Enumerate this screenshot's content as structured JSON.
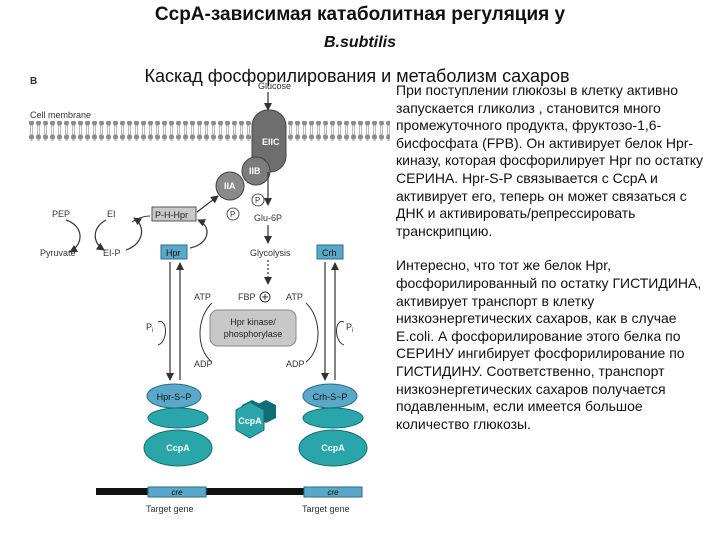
{
  "header": {
    "title": "CcpA-зависимая катаболитная регуляция у",
    "organism": "B.subtilis",
    "subtitle": "Каскад фосфорилирования и метаболизм сахаров"
  },
  "description": {
    "paragraph1": "При поступлении глюкозы в клетку активно запускается гликолиз , становится много промежуточного продукта, фруктозо-1,6-бисфосфата (FPB). Он активирует белок Hpr-киназу, которая фосфорилирует Hpr по остатку СЕРИНА. Hpr-S-P связывается с CcpA и активирует его, теперь он может связаться с ДНК и активировать/репрессировать транскрипцию.",
    "paragraph2": "Интересно, что тот же белок Hpr, фосфорилированный по остатку ГИСТИДИНА, активирует транспорт в клетку низкоэнергетических сахаров, как в случае E.coli. А фосфорилирование этого белка по СЕРИНУ ингибирует фосфорилирование по ГИСТИДИНУ. Соответственно, транспорт низкоэнергетических сахаров получается подавленным, если имеется большое количество глюкозы."
  },
  "diagram": {
    "panel_letter": "B",
    "cell_membrane": "Cell membrane",
    "glucose": "Glucose",
    "eiic": "EIIC",
    "eiib": "IIB",
    "iia": "IIA",
    "p": "P",
    "glu6p": "Glu-6P",
    "glycolysis": "Glycolysis",
    "pep": "PEP",
    "pyruvate": "Pyruvate",
    "ei": "EI",
    "eip": "EI-P",
    "phpr": "P-H-Hpr",
    "hpr": "Hpr",
    "crh": "Crh",
    "atp": "ATP",
    "adp": "ADP",
    "pi": "P",
    "pi_sub": "i",
    "fbp": "FBP",
    "kinase_line1": "Hpr kinase/",
    "kinase_line2": "phosphorylase",
    "hprsp": "Hpr-S~P",
    "crhsp": "Crh-S~P",
    "ccpa": "CcpA",
    "cre": "cre",
    "target_gene": "Target gene"
  },
  "colors": {
    "membrane": "#9a9a9a",
    "protein_blue": "#5aa8c8",
    "ccpa_teal": "#2aa6aa",
    "ccpa_dark": "#0f6e74",
    "kinase_grey": "#c8c8c8",
    "pts_dark": "#6e6e6e"
  }
}
